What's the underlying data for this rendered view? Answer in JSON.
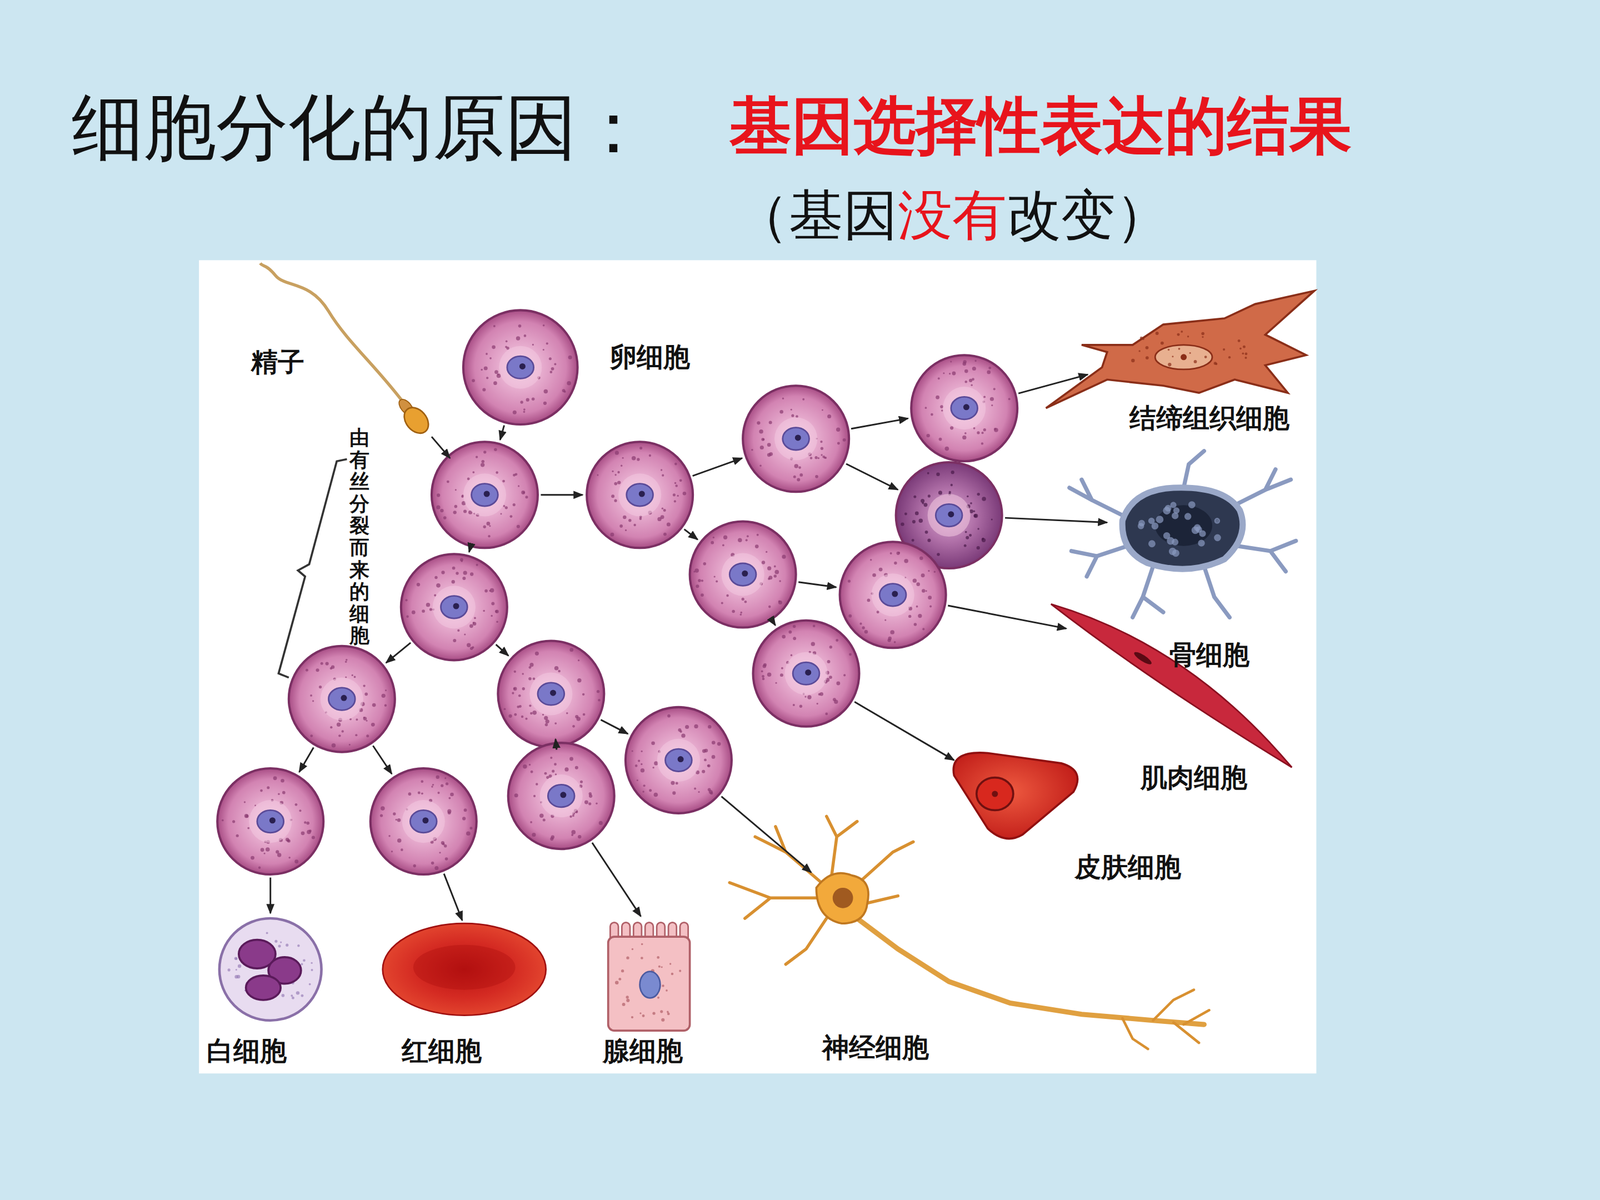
{
  "diagram": {
    "title": "细胞分化的原因：",
    "labels": [
      "基因选择性表达的结果",
      "（基因",
      "没有",
      "改变）",
      "精子",
      "卵细胞",
      "由有丝分裂而来的细胞",
      "结缔组织细胞",
      "骨细胞",
      "肌肉细胞",
      "皮肤细胞",
      "神经细胞",
      "白细胞",
      "红细胞",
      "腺细胞"
    ]
  }
}
